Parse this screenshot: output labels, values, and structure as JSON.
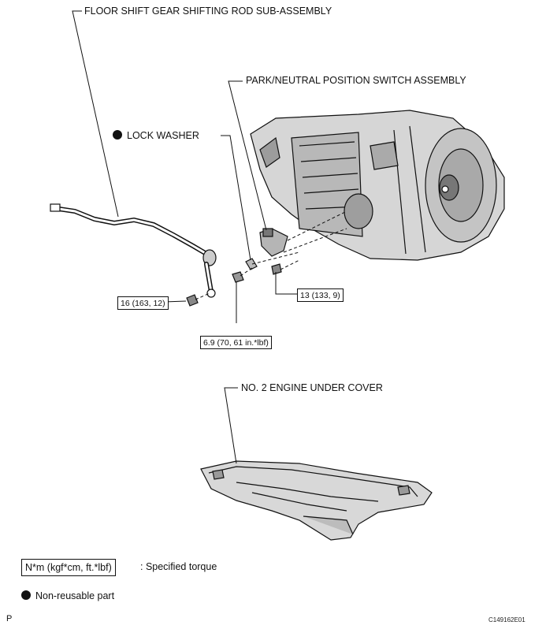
{
  "labels": {
    "floor_shift_rod": "FLOOR SHIFT GEAR SHIFTING ROD SUB-ASSEMBLY",
    "pn_switch": "PARK/NEUTRAL POSITION SWITCH ASSEMBLY",
    "lock_washer": "LOCK WASHER",
    "under_cover": "NO. 2 ENGINE UNDER COVER"
  },
  "torques": {
    "nut_rod": "16 (163, 12)",
    "nut_washer": "6.9 (70, 61 in.*lbf)",
    "bolt_switch": "13 (133, 9)"
  },
  "legend": {
    "torque_box": "N*m (kgf*cm, ft.*lbf)",
    "torque_desc": ": Specified torque",
    "nonreusable": "Non-reusable part"
  },
  "footer": {
    "left_mark": "P",
    "figure_id": "C149162E01"
  },
  "colors": {
    "line": "#111111",
    "part_shade": "#bdbdbd",
    "part_dark": "#7a7a7a",
    "background": "#ffffff"
  },
  "icons": {
    "nonreusable_marker": "filled-circle-icon"
  }
}
